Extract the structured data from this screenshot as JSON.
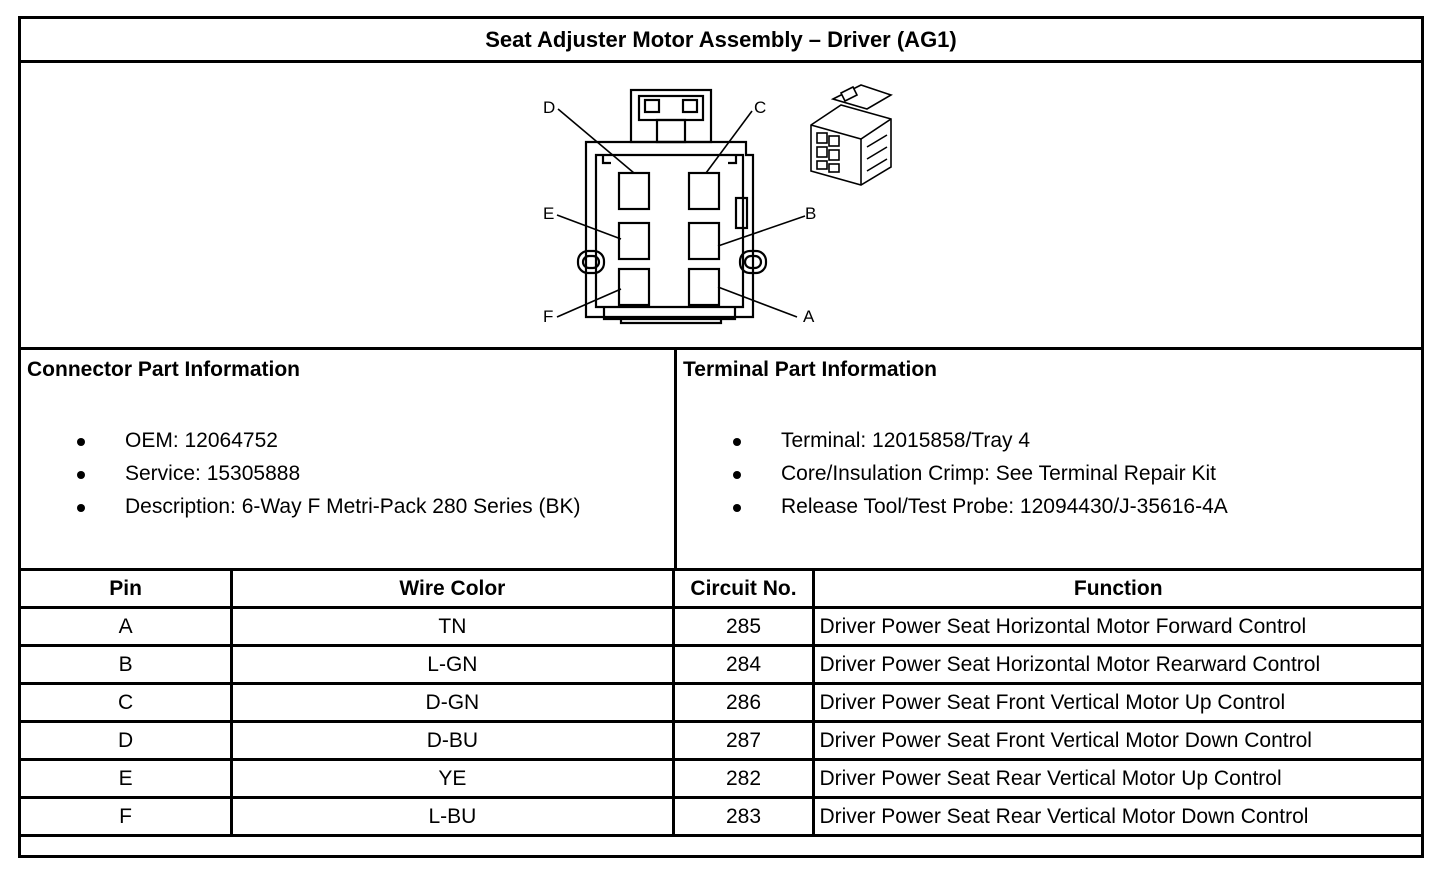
{
  "title": "Seat Adjuster Motor Assembly – Driver (AG1)",
  "diagram": {
    "pin_labels": [
      "A",
      "B",
      "C",
      "D",
      "E",
      "F"
    ]
  },
  "connector_info": {
    "heading": "Connector Part Information",
    "items": [
      "OEM: 12064752",
      "Service: 15305888",
      "Description: 6-Way F Metri-Pack 280 Series (BK)"
    ]
  },
  "terminal_info": {
    "heading": "Terminal Part Information",
    "items": [
      "Terminal: 12015858/Tray 4",
      "Core/Insulation Crimp: See Terminal Repair Kit",
      "Release Tool/Test Probe: 12094430/J-35616-4A"
    ]
  },
  "table": {
    "headers": [
      "Pin",
      "Wire Color",
      "Circuit No.",
      "Function"
    ],
    "rows": [
      [
        "A",
        "TN",
        "285",
        "Driver Power Seat Horizontal Motor Forward Control"
      ],
      [
        "B",
        "L-GN",
        "284",
        "Driver Power Seat Horizontal Motor Rearward Control"
      ],
      [
        "C",
        "D-GN",
        "286",
        "Driver Power Seat Front Vertical Motor Up Control"
      ],
      [
        "D",
        "D-BU",
        "287",
        "Driver Power Seat Front Vertical Motor Down Control"
      ],
      [
        "E",
        "YE",
        "282",
        "Driver Power Seat Rear Vertical Motor Up Control"
      ],
      [
        "F",
        "L-BU",
        "283",
        "Driver Power Seat Rear Vertical Motor Down Control"
      ]
    ]
  }
}
